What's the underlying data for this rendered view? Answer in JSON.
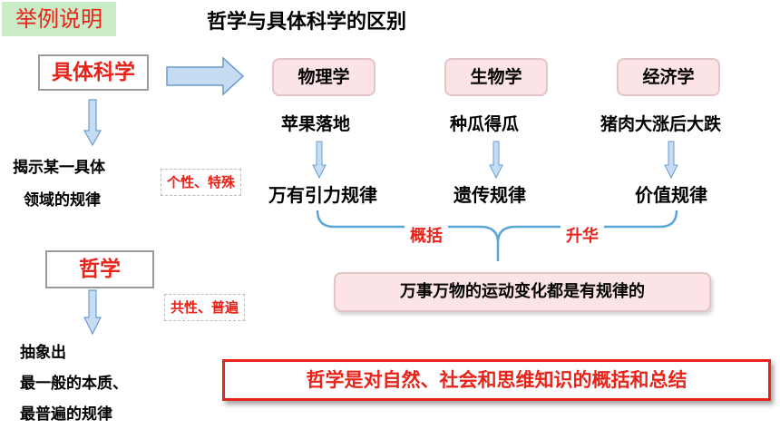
{
  "tag": "举例说明",
  "title": "哲学与具体科学的区别",
  "concrete": {
    "label": "具体科学",
    "desc_line1": "揭示某一具体",
    "desc_line2": "领域的规律",
    "trait": "个性、特殊"
  },
  "philosophy": {
    "label": "哲学",
    "desc_line1": "抽象出",
    "desc_line2": "最一般的本质、",
    "desc_line3": "最普遍的规律",
    "trait": "共性、普遍"
  },
  "sciences": [
    {
      "name": "物理学",
      "example": "苹果落地",
      "law": "万有引力规律"
    },
    {
      "name": "生物学",
      "example": "种瓜得瓜",
      "law": "遗传规律"
    },
    {
      "name": "经济学",
      "example": "猪肉大涨后大跌",
      "law": "价值规律"
    }
  ],
  "brace": {
    "left_label": "概括",
    "right_label": "升华"
  },
  "general_law": "万事万物的运动变化都是有规律的",
  "summary": "哲学是对自然、社会和思维知识的概括和总结",
  "colors": {
    "red": "#e8231a",
    "arrow_fill": "#c5dcf2",
    "arrow_stroke": "#6d9cd1",
    "brace": "#5aa6d8"
  }
}
